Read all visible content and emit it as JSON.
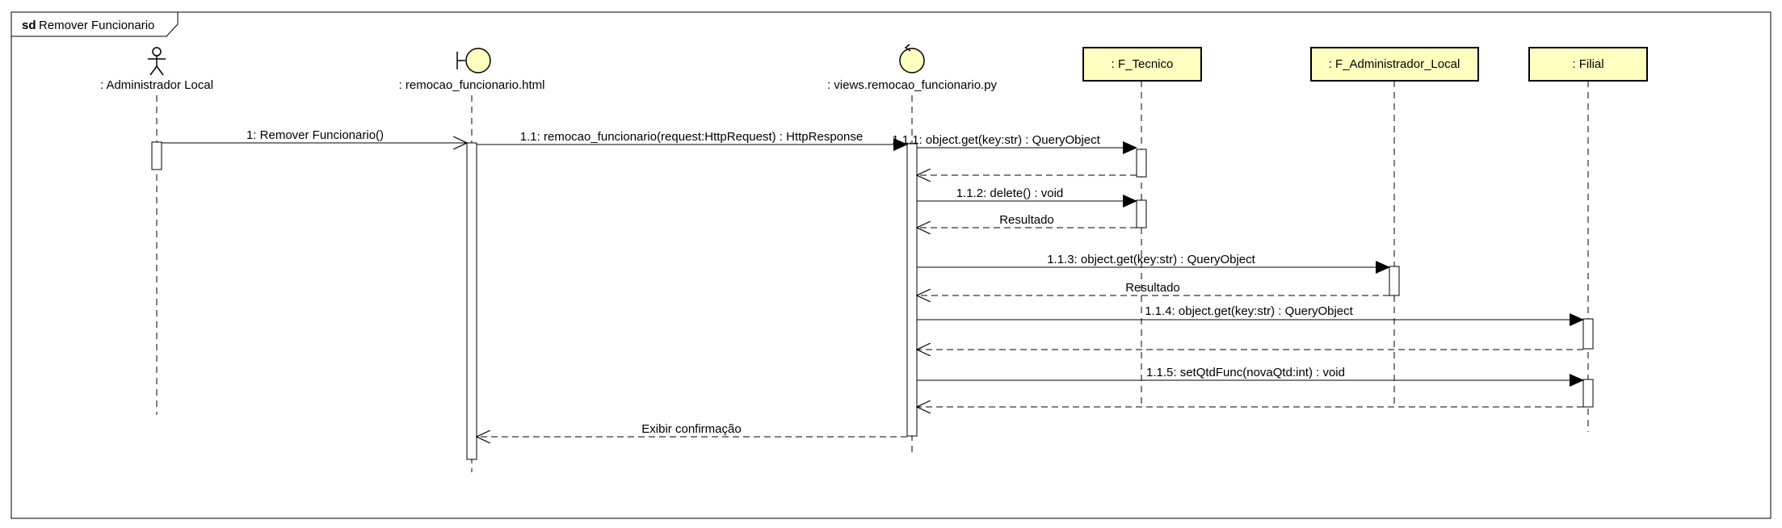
{
  "frame": {
    "keyword": "sd",
    "name": "Remover Funcionario"
  },
  "colors": {
    "lifeline_fill": "#ffffc0",
    "stroke": "#000000",
    "background": "#ffffff"
  },
  "lifelines": [
    {
      "id": "admin",
      "label": ": Administrador Local",
      "kind": "actor",
      "icon": "actor-icon"
    },
    {
      "id": "boundary",
      "label": ": remocao_funcionario.html",
      "kind": "boundary",
      "icon": "boundary-icon"
    },
    {
      "id": "control",
      "label": ": views.remocao_funcionario.py",
      "kind": "control",
      "icon": "control-icon"
    },
    {
      "id": "tecnico",
      "label": ": F_Tecnico",
      "kind": "entity-box"
    },
    {
      "id": "admlocal",
      "label": ": F_Administrador_Local",
      "kind": "entity-box"
    },
    {
      "id": "filial",
      "label": ": Filial",
      "kind": "entity-box"
    }
  ],
  "messages": [
    {
      "label": "1: Remover Funcionario()",
      "from": "admin",
      "to": "boundary",
      "type": "async"
    },
    {
      "label": "1.1: remocao_funcionario(request:HttpRequest) : HttpResponse",
      "from": "boundary",
      "to": "control",
      "type": "sync"
    },
    {
      "label": "1.1.1: object.get(key:str) : QueryObject",
      "from": "control",
      "to": "tecnico",
      "type": "sync"
    },
    {
      "label": "",
      "from": "tecnico",
      "to": "control",
      "type": "reply"
    },
    {
      "label": "1.1.2: delete() : void",
      "from": "control",
      "to": "tecnico",
      "type": "sync"
    },
    {
      "label": "Resultado",
      "from": "tecnico",
      "to": "control",
      "type": "reply"
    },
    {
      "label": "1.1.3: object.get(key:str) : QueryObject",
      "from": "control",
      "to": "admlocal",
      "type": "sync"
    },
    {
      "label": "Resultado",
      "from": "admlocal",
      "to": "control",
      "type": "reply"
    },
    {
      "label": "1.1.4: object.get(key:str) : QueryObject",
      "from": "control",
      "to": "filial",
      "type": "sync"
    },
    {
      "label": "",
      "from": "filial",
      "to": "control",
      "type": "reply"
    },
    {
      "label": "1.1.5: setQtdFunc(novaQtd:int) : void",
      "from": "control",
      "to": "filial",
      "type": "sync"
    },
    {
      "label": "",
      "from": "filial",
      "to": "control",
      "type": "reply"
    },
    {
      "label": "Exibir confirmação",
      "from": "control",
      "to": "boundary",
      "type": "reply"
    }
  ]
}
